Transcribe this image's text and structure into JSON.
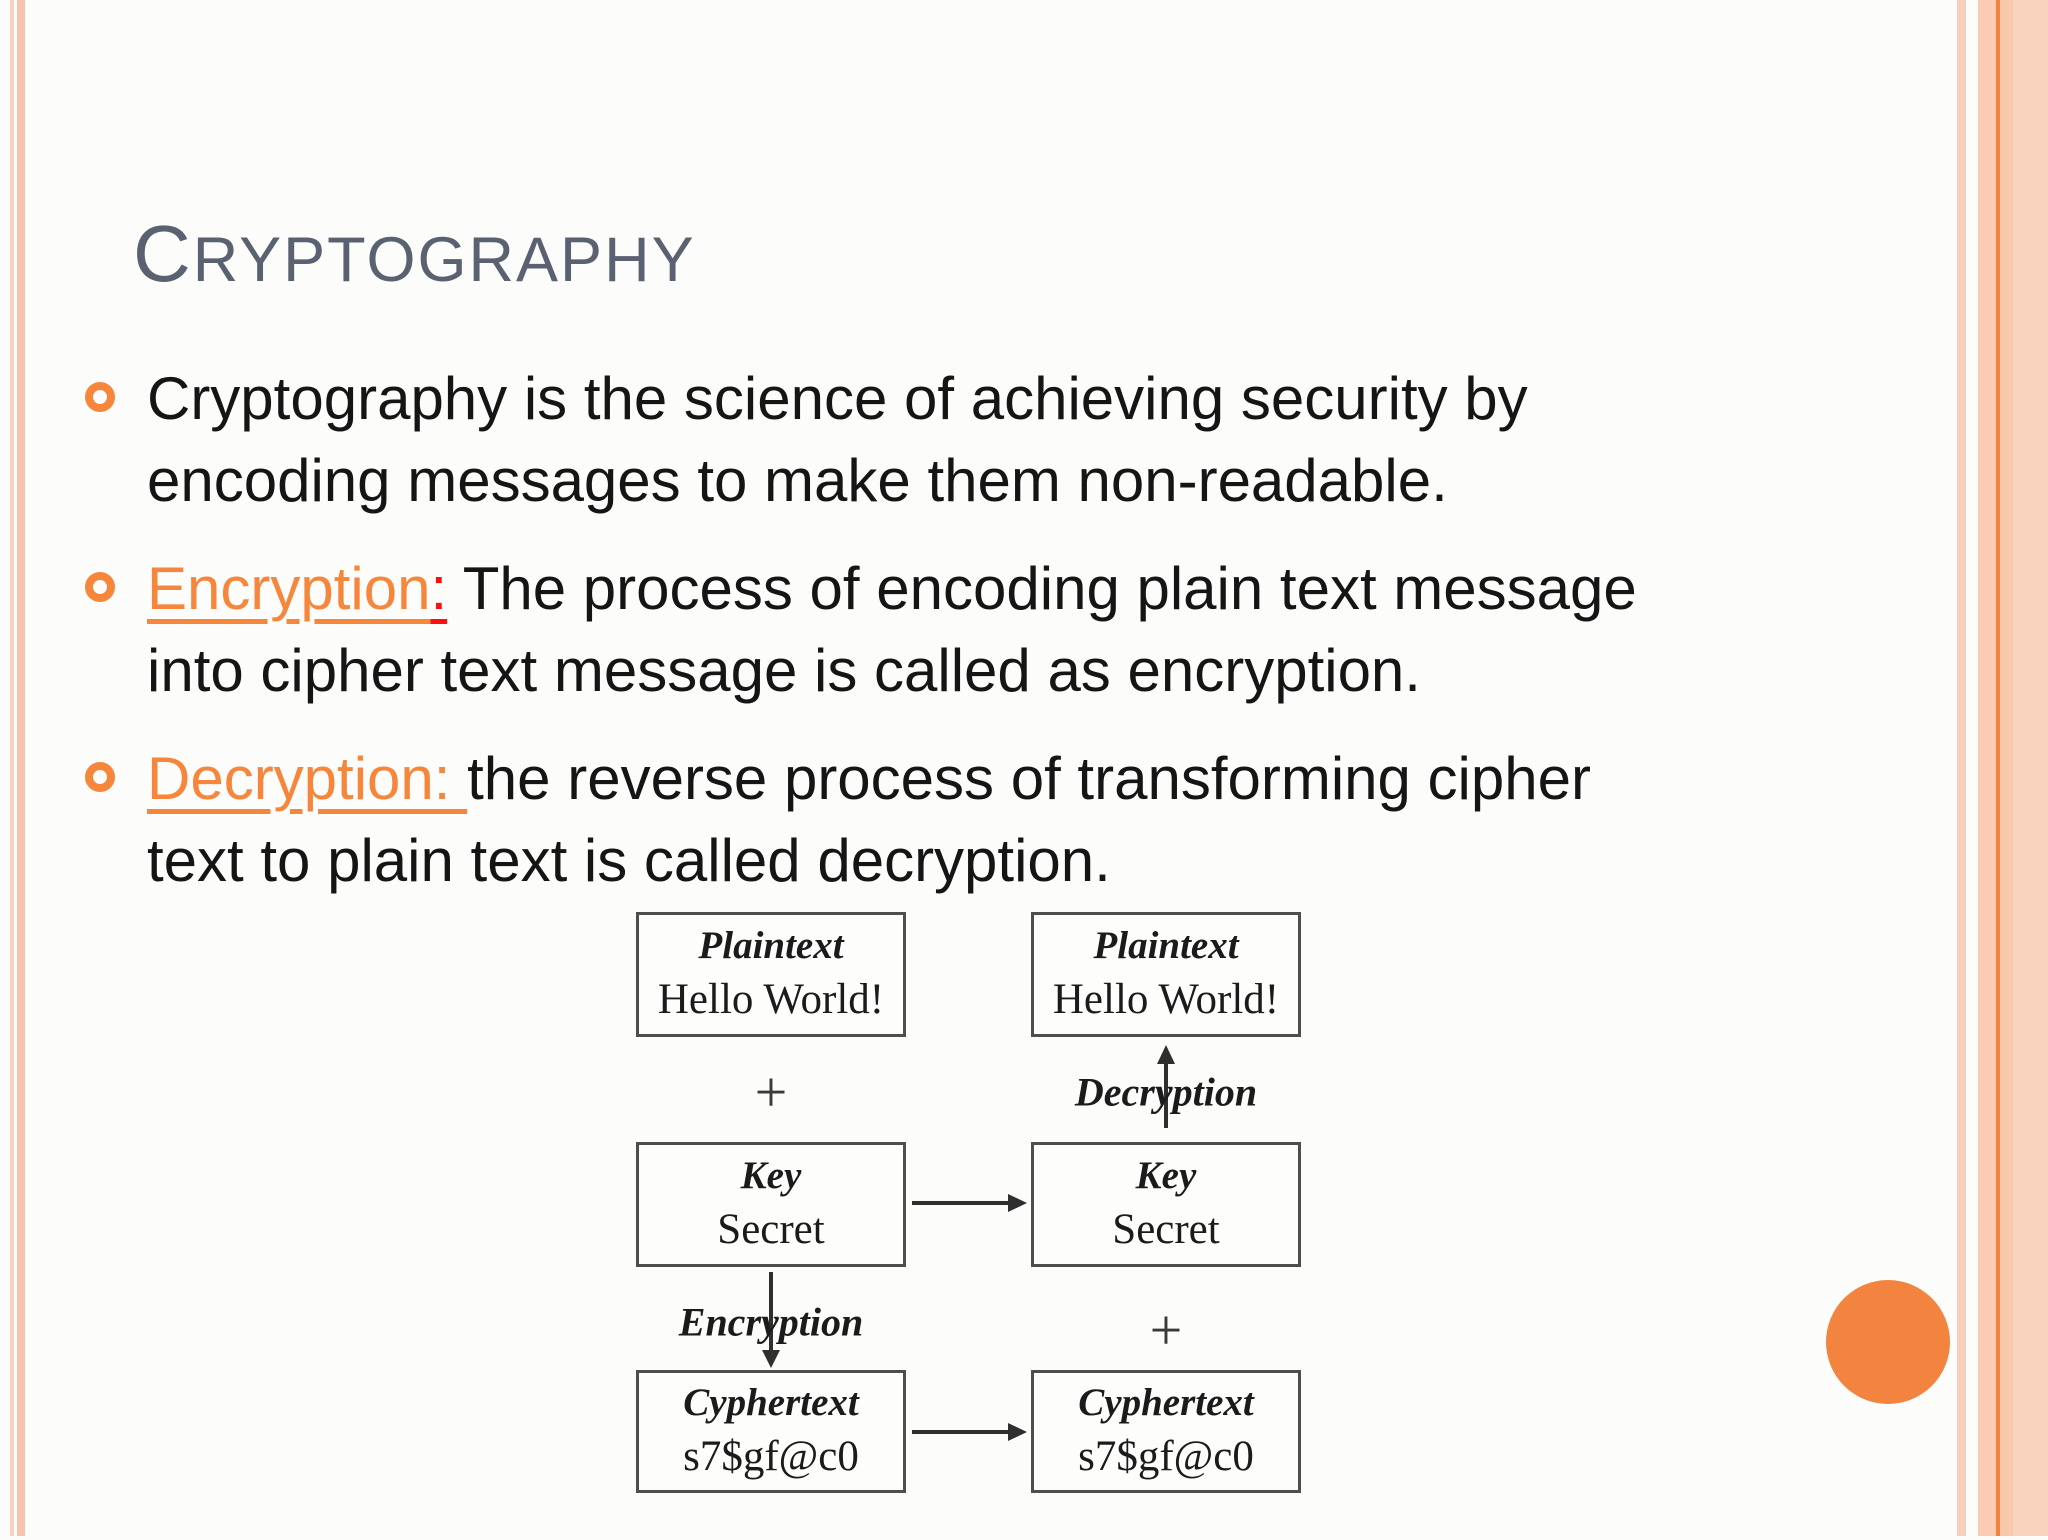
{
  "slide": {
    "title": {
      "first_letter": "C",
      "rest": "RYPTOGRAPHY"
    },
    "bullets": [
      {
        "lead": "",
        "colon": "",
        "line1": "Cryptography is the science of achieving security by",
        "line2": "encoding messages to make them non-readable."
      },
      {
        "lead": "Encryption",
        "colon": ":",
        "line1": " The process of encoding plain text message",
        "line2": "into cipher text message is called as encryption."
      },
      {
        "lead": "Decryption: ",
        "colon": "",
        "line1": "the reverse process of transforming cipher",
        "line2": "text to plain text is called decryption."
      }
    ]
  },
  "diagram": {
    "encrypt_flow": {
      "plaintext_label": "Plaintext",
      "plaintext_text": "Hello World!",
      "plus": "+",
      "key_label": "Key",
      "key_text": "Secret",
      "process": "Encryption",
      "ciphertext_label": "Cyphertext",
      "ciphertext_text": "s7$gf@c0"
    },
    "decrypt_flow": {
      "plaintext_label": "Plaintext",
      "plaintext_text": "Hello World!",
      "process": "Decryption",
      "key_label": "Key",
      "key_text": "Secret",
      "plus": "+",
      "ciphertext_label": "Cyphertext",
      "ciphertext_text": "s7$gf@c0"
    }
  },
  "colors": {
    "accent_orange": "#f5863c",
    "colon_red": "#fb0f0f",
    "title_gray": "#5a6170",
    "body_text": "#151515",
    "border_peach": "#f7c5af",
    "border_dark_line": "#ef8538",
    "circle_orange": "#f28440",
    "diagram_line": "#2f2f2f"
  }
}
